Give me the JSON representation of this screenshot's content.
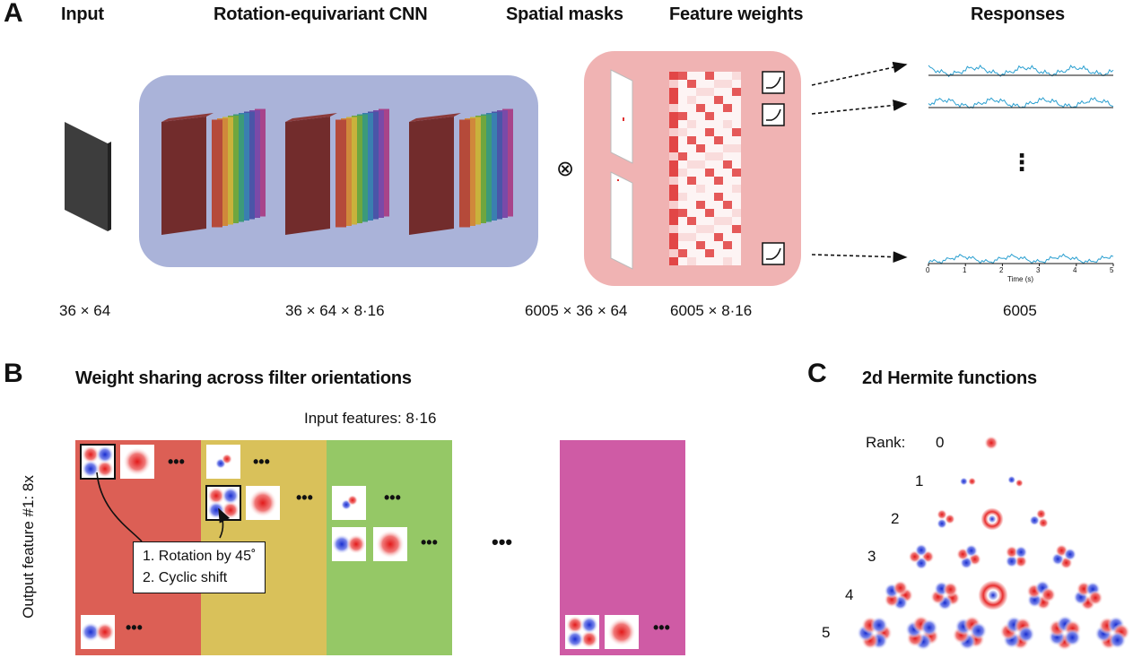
{
  "panels": {
    "a": "A",
    "b": "B",
    "c": "C"
  },
  "panel_a": {
    "headers": {
      "input": "Input",
      "cnn": "Rotation-equivariant CNN",
      "masks": "Spatial masks",
      "weights": "Feature weights",
      "responses": "Responses"
    },
    "dims": {
      "input": "36 × 64",
      "cnn": "36 × 64 × 8·16",
      "masks": "6005 × 36 × 64",
      "weights": "6005 × 8·16",
      "responses": "6005"
    },
    "operator": "⊗",
    "ellipsis": "⋮",
    "time_axis": {
      "label": "Time (s)",
      "ticks": [
        "0",
        "1",
        "2",
        "3",
        "4",
        "5"
      ]
    },
    "colors": {
      "cnn_box": "#aab3d9",
      "readout_box": "#f0b3b3",
      "trace": "#2a9fd0",
      "weight_red": "#e03c3c"
    }
  },
  "panel_b": {
    "title": "Weight sharing across filter orientations",
    "input_features": "Input features: 8·16",
    "output_feature": "Output feature #1: 8x",
    "callout": [
      "1. Rotation by 45˚",
      "2. Cyclic shift"
    ],
    "ellipsis": "•••",
    "dots": "•••",
    "colors": {
      "col1": "#dc5f55",
      "col2": "#d9c15a",
      "col3": "#95c866",
      "col4": "#cf5ba5"
    }
  },
  "panel_c": {
    "title": "2d Hermite functions",
    "rank_label": "Rank:",
    "ranks": [
      "0",
      "1",
      "2",
      "3",
      "4",
      "5"
    ]
  }
}
